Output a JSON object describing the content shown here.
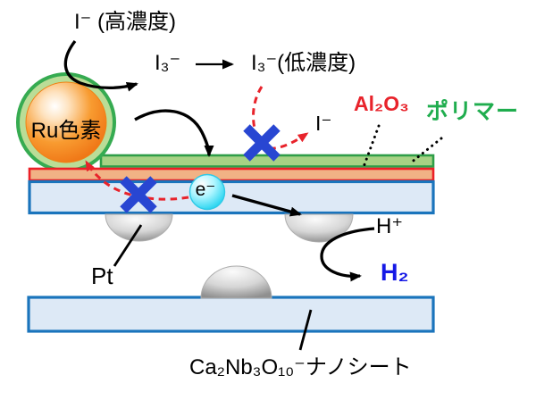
{
  "diagram": {
    "title_meaning": "",
    "labels": {
      "iodide_high": "I⁻ (高濃度)",
      "triiodide": "I₃⁻",
      "triiodide_low": "I₃⁻(低濃度)",
      "al2o3": "Al₂O₃",
      "polymer": "ポリマー",
      "iodide": "I⁻",
      "ru_dye": "Ru色素",
      "electron": "e⁻",
      "pt": "Pt",
      "h_plus": "H⁺",
      "h2": "H₂",
      "nanosheet": "Ca₂Nb₃O₁₀⁻ナノシート"
    },
    "colors": {
      "al2o3_label": "#e8232b",
      "polymer_label": "#1fad4e",
      "h2_label": "#1518e6",
      "blocked_x": "#2846d2",
      "dashed_path": "#e8232b",
      "polymer_layer_fill": "#a7d284",
      "polymer_layer_border": "#2f9e48",
      "al2o3_layer_fill": "#f1b285",
      "al2o3_layer_border": "#ec2027",
      "nanosheet_fill": "#dde9f6",
      "nanosheet_border": "#1a74bc",
      "ru_sphere": "#f89b30",
      "electron_sphere": "#17d1ef"
    }
  }
}
